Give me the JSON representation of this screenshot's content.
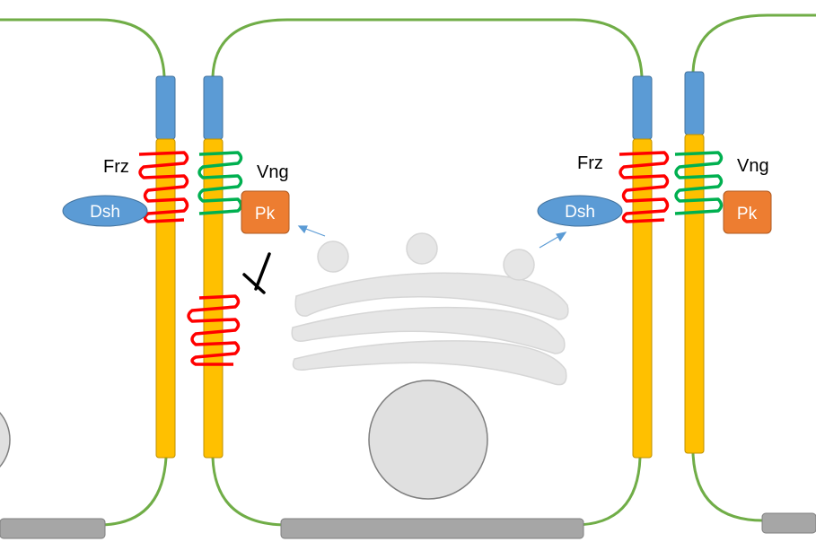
{
  "labels": {
    "frz": "Frz",
    "vng": "Vng",
    "dsh": "Dsh",
    "pk": "Pk"
  },
  "colors": {
    "membrane": "#70ad47",
    "cadherin_cap": "#5b9bd5",
    "cadherin_body": "#ffc000",
    "frizzled": "#ff0000",
    "vangl": "#00b050",
    "dsh": "#5b9bd5",
    "pk": "#ed7d31",
    "organelle": "#e0e0e0",
    "basal_bar": "#a6a6a6",
    "arrow": "#5b9bd5"
  }
}
